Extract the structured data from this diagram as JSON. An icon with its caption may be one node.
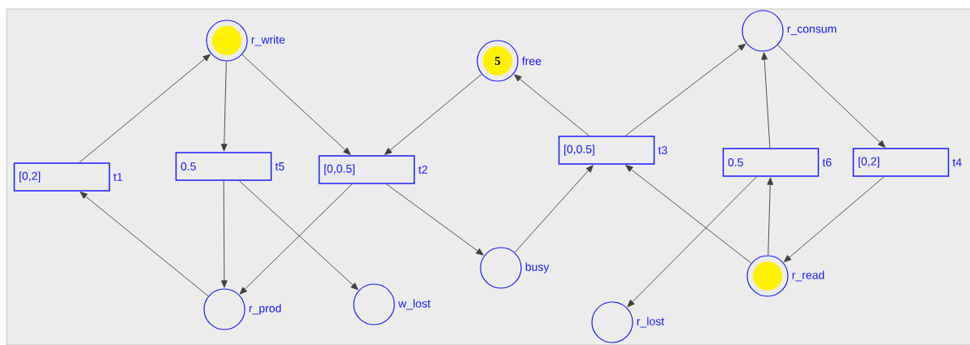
{
  "diagram": {
    "nodes": [
      {
        "text": [],
        "shape": "circle",
        "beside": [
          "r_write"
        ]
      },
      {
        "text": [
          "5"
        ],
        "beside": [
          "free"
        ]
      },
      {
        "text": [],
        "shape": "circle",
        "beside": [
          "r_consum"
        ]
      },
      {
        "text": [
          "[0,2]"
        ],
        "beside": [
          "t1"
        ]
      },
      {
        "text": [
          "0.5"
        ],
        "beside": [
          "t5"
        ]
      },
      {
        "text": [
          "[0,0.5]"
        ],
        "beside": [
          "t2"
        ]
      },
      {
        "text": [
          "[0,0.5]"
        ],
        "beside": [
          "t3"
        ]
      },
      {
        "text": [
          "0.5"
        ],
        "beside": [
          "t6"
        ]
      },
      {
        "text": [
          "[0,2]"
        ],
        "beside": [
          "t4"
        ]
      },
      {
        "text": [],
        "shape": "circle",
        "beside": [
          "busy"
        ]
      },
      {
        "text": [],
        "shape": "circle",
        "beside": [
          "r_read"
        ]
      },
      {
        "text": [],
        "shape": "circle",
        "beside": [
          "r_prod"
        ]
      },
      {
        "text": [],
        "shape": "circle",
        "beside": [
          "w_lost"
        ]
      },
      {
        "text": [],
        "shape": "circle",
        "beside": [
          "r_lost"
        ]
      }
    ],
    "edges": [
      {
        "from": 3,
        "to": 0,
        "arrow": "to"
      },
      {
        "from": 11,
        "to": 3,
        "arrow": "to"
      },
      {
        "from": 0,
        "to": 4,
        "arrow": "to"
      },
      {
        "from": 4,
        "to": 11,
        "arrow": "to"
      },
      {
        "from": 4,
        "to": 12,
        "arrow": "to"
      },
      {
        "from": 0,
        "to": 5,
        "arrow": "to"
      },
      {
        "from": 1,
        "to": 5,
        "arrow": "to"
      },
      {
        "from": 5,
        "to": 11,
        "arrow": "to"
      },
      {
        "from": 5,
        "to": 9,
        "arrow": "to"
      },
      {
        "from": 9,
        "to": 6,
        "arrow": "to"
      },
      {
        "from": 6,
        "to": 1,
        "arrow": "to"
      },
      {
        "from": 6,
        "to": 2,
        "arrow": "to"
      },
      {
        "from": 10,
        "to": 6,
        "arrow": "to"
      },
      {
        "from": 2,
        "to": 8,
        "arrow": "to"
      },
      {
        "from": 8,
        "to": 10,
        "arrow": "to"
      },
      {
        "from": 10,
        "to": 7,
        "arrow": "to"
      },
      {
        "from": 7,
        "to": 2,
        "arrow": "to"
      },
      {
        "from": 7,
        "to": 13,
        "arrow": "to"
      }
    ]
  }
}
